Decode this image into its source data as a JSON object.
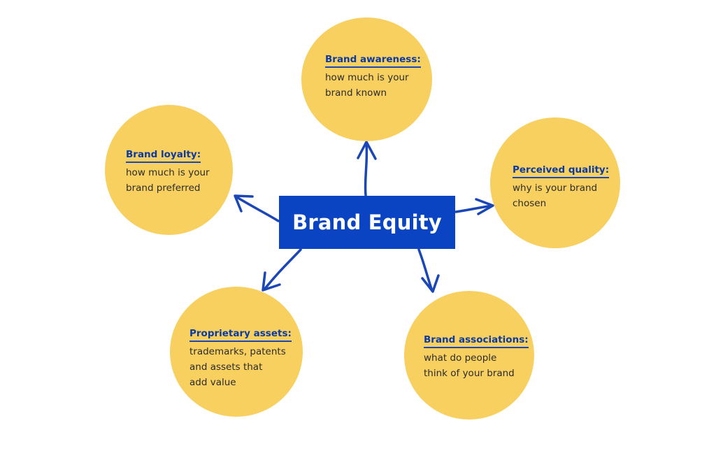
{
  "colors": {
    "background": "#ffffff",
    "center_fill": "#0a44c2",
    "center_text": "#ffffff",
    "circle_fill": "#f7d060",
    "heading_text": "#0b3aa3",
    "underline": "#1c47b8",
    "body_text": "#2b2b2b",
    "arrow": "#1a46b6"
  },
  "center": {
    "title": "Brand Equity"
  },
  "nodes": [
    {
      "id": "awareness",
      "heading": "Brand awareness:",
      "lines": [
        "how much is your",
        "brand known"
      ]
    },
    {
      "id": "loyalty",
      "heading": "Brand loyalty:",
      "lines": [
        "how much is your",
        "brand preferred"
      ]
    },
    {
      "id": "quality",
      "heading": "Perceived quality:",
      "lines": [
        "why is your brand",
        "chosen"
      ]
    },
    {
      "id": "proprietary",
      "heading": "Proprietary assets:",
      "lines": [
        "trademarks, patents",
        "and assets that",
        "add value"
      ]
    },
    {
      "id": "associations",
      "heading": "Brand associations:",
      "lines": [
        "what do people",
        "think of your brand"
      ]
    }
  ]
}
